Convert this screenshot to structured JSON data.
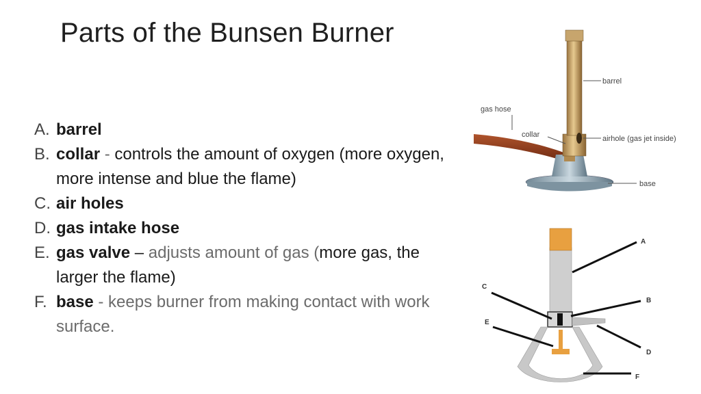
{
  "slide": {
    "title": "Parts of the Bunsen Burner"
  },
  "parts": [
    {
      "letter": "A.",
      "term": "barrel",
      "segments": []
    },
    {
      "letter": "B.",
      "term": "collar",
      "segments": [
        {
          "text": " - ",
          "style": "gray"
        },
        {
          "text": "controls the amount of oxygen (more oxygen,   more intense and blue the flame)",
          "style": "dark"
        }
      ]
    },
    {
      "letter": "C.",
      "term": "air holes",
      "segments": []
    },
    {
      "letter": "D.",
      "term": "gas intake hose",
      "segments": []
    },
    {
      "letter": "E.",
      "term": "gas valve",
      "segments": [
        {
          "text": " – ",
          "style": "dark"
        },
        {
          "text": "adjusts amount of gas (",
          "style": "gray"
        },
        {
          "text": "more gas, the larger the flame)",
          "style": "dark"
        }
      ]
    },
    {
      "letter": "F.",
      "term": "base",
      "segments": [
        {
          "text": " - keeps burner from making contact with work surface.",
          "style": "gray"
        }
      ]
    }
  ],
  "figure_top": {
    "labels": {
      "barrel": "barrel",
      "gas_hose": "gas hose",
      "collar": "collar",
      "airhole": "airhole (gas jet inside)",
      "base": "base"
    },
    "colors": {
      "barrel": "#c9a36a",
      "hose": "#8b3a1e",
      "base": "#9fb3bf"
    }
  },
  "figure_bottom": {
    "labels": {
      "a": "A",
      "b": "B",
      "c": "C",
      "d": "D",
      "e": "E",
      "f": "F"
    },
    "colors": {
      "cap": "#e8a040",
      "body": "#c8c8c8",
      "valve": "#e8a040"
    }
  }
}
